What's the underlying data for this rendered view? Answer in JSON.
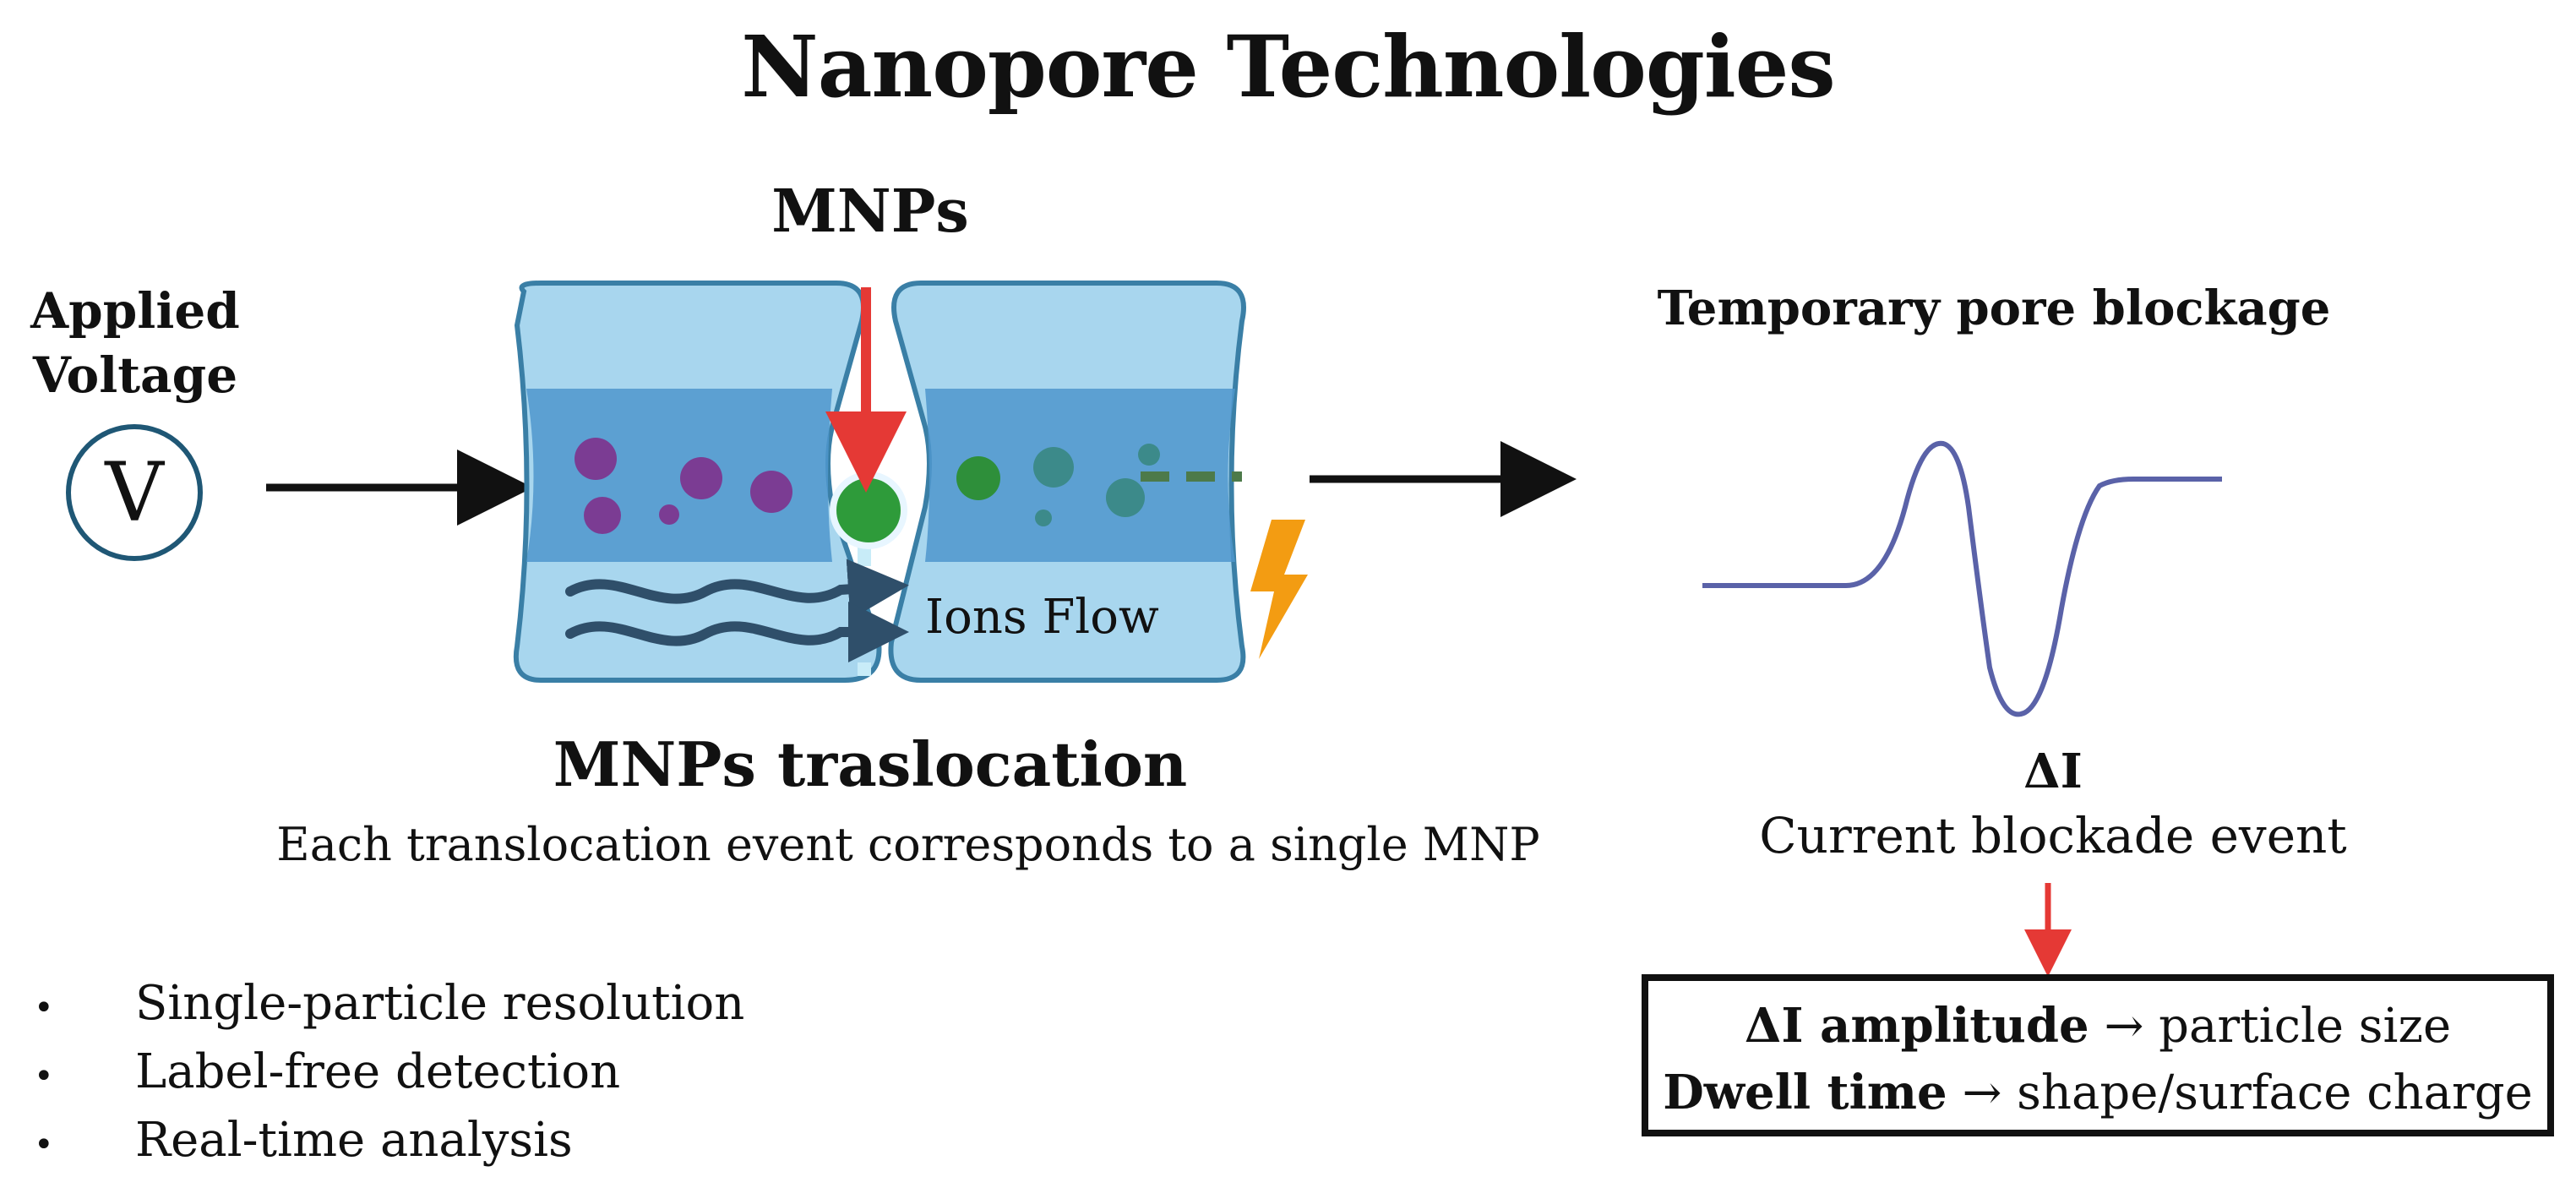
{
  "title": "Nanopore Technologies",
  "mnps_label": "MNPs",
  "voltage": {
    "label_line1": "Applied",
    "label_line2": "Voltage",
    "symbol": "V"
  },
  "ions_flow_label": "Ions Flow",
  "blockage_title": "Temporary pore blockage",
  "translocation": {
    "title": "MNPs traslocation",
    "subtitle": "Each translocation event corresponds to a single MNP"
  },
  "signal": {
    "delta_symbol": "ΔI",
    "caption": "Current blockade event"
  },
  "result": {
    "line1_bold": "ΔI amplitude",
    "line1_rest": " → particle size",
    "line2_bold": "Dwell time",
    "line2_rest": " → shape/surface charge"
  },
  "features": [
    "Single-particle resolution",
    "Label-free detection",
    "Real-time analysis"
  ],
  "colors": {
    "membrane_fill": "#a8d6ee",
    "membrane_stroke": "#3a7fa6",
    "channel_fill": "#4f97cc",
    "purple_particle": "#7b3c93",
    "green_particle": "#2e8f3a",
    "teal_particle": "#3c8a8a",
    "red_arrow": "#e53935",
    "lightning": "#f39c12",
    "signal_line": "#5a62a8"
  }
}
